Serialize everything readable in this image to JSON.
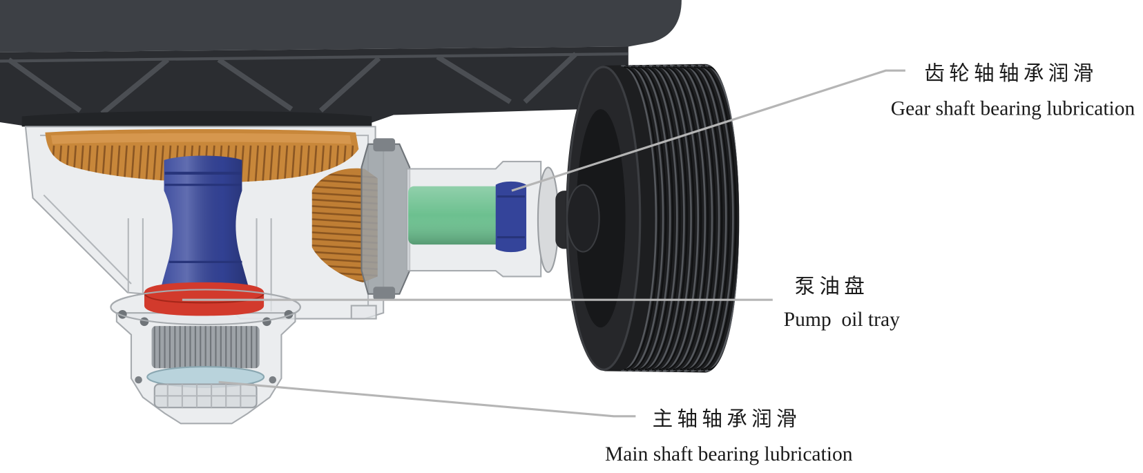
{
  "callouts": {
    "gear_shaft": {
      "label_zh": "齿轮轴轴承润滑",
      "label_en": "Gear shaft bearing lubrication"
    },
    "pump_tray": {
      "label_zh": "泵油盘",
      "label_en": "Pump  oil tray"
    },
    "main_shaft": {
      "label_zh": "主轴轴承润滑",
      "label_en": "Main shaft bearing lubrication"
    }
  },
  "colors": {
    "housing": "#3d4045",
    "housing_ribs": "#2b2d31",
    "gear": "#c8873a",
    "pinion": "#bf7e34",
    "shaft_blue": "#34449a",
    "pump_tray_red": "#d23a2c",
    "shaft_green": "#6cc08f",
    "pulley": "#1d1e20",
    "callout_line": "#b5b5b5"
  }
}
